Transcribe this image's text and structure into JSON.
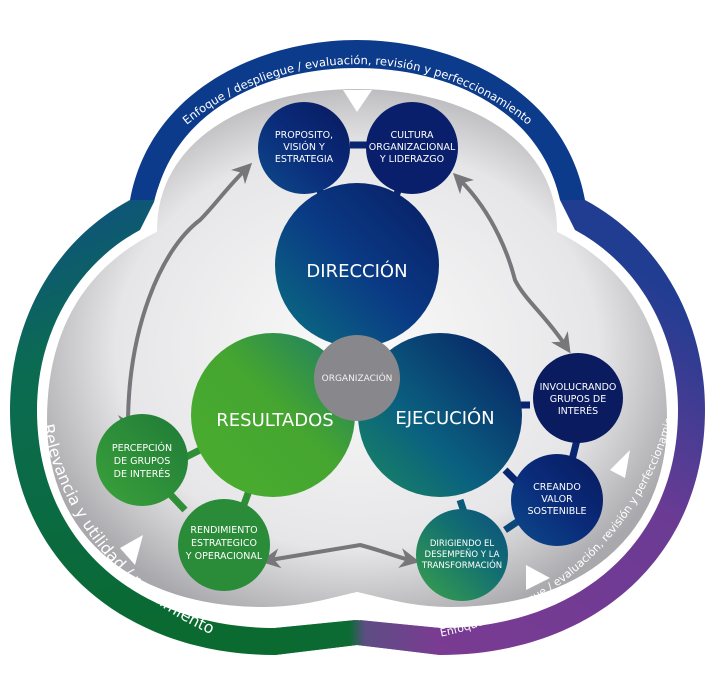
{
  "diagram": {
    "type": "model-diagram",
    "colors": {
      "band_blue": "#0d3b8c",
      "band_purple": "#7b3b93",
      "band_green": "#0b6b33",
      "node_navy": "#0a1f6b",
      "node_green": "#3aa038",
      "center_gray": "#8a8a8c",
      "arrow_gray": "#77777b",
      "background_gray": "#d9d9dc"
    },
    "outer_bands": {
      "top": "Enfoque / despliegue / evaluación, revisión y perfeccionamiento",
      "right": "Enfoque / despliegue / evaluación, revisión y perfeccionamiento",
      "left": "Relevancia y utilidad / rendimiento"
    },
    "center": {
      "label": "ORGANIZACIÓN"
    },
    "main_circles": [
      {
        "id": "direccion",
        "label": "DIRECCIÓN"
      },
      {
        "id": "resultados",
        "label": "RESULTADOS"
      },
      {
        "id": "ejecucion",
        "label": "EJECUCIÓN"
      }
    ],
    "satellite_nodes": {
      "proposito": [
        "PROPOSITO,",
        "VISIÓN Y",
        "ESTRATEGIA"
      ],
      "cultura": [
        "CULTURA",
        "ORGANIZACIONAL",
        "Y LIDERAZGO"
      ],
      "involucrando": [
        "INVOLUCRANDO",
        "GRUPOS DE",
        "INTERÉS"
      ],
      "creando": [
        "CREANDO",
        "VALOR",
        "SOSTENIBLE"
      ],
      "dirigiendo": [
        "DIRIGIENDO EL",
        "DESEMPEÑO Y LA",
        "TRANSFORMACIÓN"
      ],
      "percepcion": [
        "PERCEPCIÓN",
        "DE GRUPOS",
        "DE INTERÉS"
      ],
      "rendimiento": [
        "RENDIMIENTO",
        "ESTRATEGICO",
        "Y OPERACIONAL"
      ]
    }
  }
}
